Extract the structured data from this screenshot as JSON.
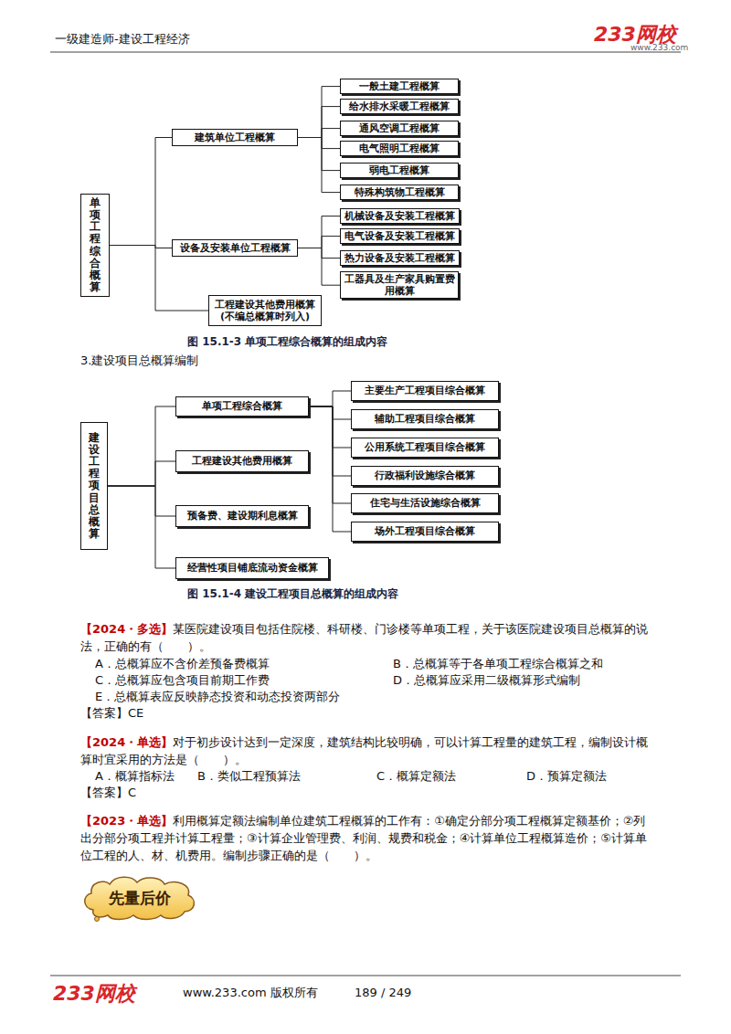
{
  "diagram": {
    "nodes": [
      {
        "text": [
          "单项工程综合概算"
        ]
      },
      {
        "text": [
          "建筑单位工程概算"
        ]
      },
      {
        "text": [
          "一般土建工程概算"
        ]
      },
      {
        "text": [
          "给水排水采暖工程概算"
        ]
      },
      {
        "text": [
          "通风空调工程概算"
        ]
      },
      {
        "text": [
          "电气照明工程概算"
        ]
      },
      {
        "text": [
          "弱电工程概算"
        ]
      },
      {
        "text": [
          "特殊构筑物工程概算"
        ]
      },
      {
        "text": [
          "设备及安装单位工程概算"
        ]
      },
      {
        "text": [
          "机械设备及安装工程概算"
        ]
      },
      {
        "text": [
          "电气设备及安装工程概算"
        ]
      },
      {
        "text": [
          "热力设备及安装工程概算"
        ]
      },
      {
        "text": [
          "工器具及生产家具购置费用概算"
        ]
      },
      {
        "text": [
          "工程建设其他费用概算 (不编总概算时列入)"
        ]
      },
      {
        "text": [
          "建设工程项目总概算"
        ]
      },
      {
        "text": [
          "单项工程综合概算"
        ]
      },
      {
        "text": [
          "主要生产工程项目综合概算"
        ]
      },
      {
        "text": [
          "辅助工程项目综合概算"
        ]
      },
      {
        "text": [
          "公用系统工程项目综合概算"
        ]
      },
      {
        "text": [
          "行政福利设施综合概算"
        ]
      },
      {
        "text": [
          "住宅与生活设施综合概算"
        ]
      },
      {
        "text": [
          "场外工程项目综合概算"
        ]
      },
      {
        "text": [
          "工程建设其他费用概算"
        ]
      },
      {
        "text": [
          "预备费、建设期利息概算"
        ]
      },
      {
        "text": [
          "经营性项目铺底流动资金概算"
        ]
      },
      {
        "text": [
          "先量后价"
        ]
      }
    ],
    "edges": [
      {
        "from": 0,
        "to": 1,
        "arrow": "none"
      },
      {
        "from": 0,
        "to": 8,
        "arrow": "none"
      },
      {
        "from": 0,
        "to": 13,
        "arrow": "none"
      },
      {
        "from": 1,
        "to": 2,
        "arrow": "none"
      },
      {
        "from": 1,
        "to": 3,
        "arrow": "none"
      },
      {
        "from": 1,
        "to": 4,
        "arrow": "none"
      },
      {
        "from": 1,
        "to": 5,
        "arrow": "none"
      },
      {
        "from": 1,
        "to": 6,
        "arrow": "none"
      },
      {
        "from": 1,
        "to": 7,
        "arrow": "none"
      },
      {
        "from": 8,
        "to": 9,
        "arrow": "none"
      },
      {
        "from": 8,
        "to": 10,
        "arrow": "none"
      },
      {
        "from": 8,
        "to": 11,
        "arrow": "none"
      },
      {
        "from": 8,
        "to": 12,
        "arrow": "none"
      },
      {
        "from": 14,
        "to": 15,
        "arrow": "none"
      },
      {
        "from": 14,
        "to": 22,
        "arrow": "none"
      },
      {
        "from": 14,
        "to": 23,
        "arrow": "none"
      },
      {
        "from": 14,
        "to": 24,
        "arrow": "none"
      },
      {
        "from": 15,
        "to": 16,
        "arrow": "none"
      },
      {
        "from": 15,
        "to": 17,
        "arrow": "none"
      },
      {
        "from": 15,
        "to": 18,
        "arrow": "none"
      },
      {
        "from": 15,
        "to": 19,
        "arrow": "none"
      },
      {
        "from": 15,
        "to": 20,
        "arrow": "none"
      },
      {
        "from": 15,
        "to": 21,
        "arrow": "none"
      }
    ],
    "labels": [
      "一级建造师-建设工程经济",
      "233网校",
      "www.233.com",
      "图 15.1-3 单项工程综合概算的组成内容",
      "3.建设项目总概算编制",
      "图 15.1-4 建设工程项目总概算的组成内容",
      "【2024・多选】",
      "某医院建设项目包括住院楼、科研楼、门诊楼等单项工程，关于该医院建设项目总概算的说法，正确的有（　　）。",
      "A．总概算应不含价差预备费概算",
      "B．总概算等于各单项工程综合概算之和",
      "C．总概算应包含项目前期工作费",
      "D．总概算应采用二级概算形式编制",
      "E．总概算表应反映静态投资和动态投资两部分",
      "【答案】CE",
      "【2024・单选】",
      "对于初步设计达到一定深度，建筑结构比较明确，可以计算工程量的建筑工程，编制设计概算时宜采用的方法是（　　）。",
      "A．概算指标法",
      "B．类似工程预算法",
      "C．概算定额法",
      "D．预算定额法",
      "【答案】C",
      "【2023・单选】",
      "利用概算定额法编制单位建筑工程概算的工作有：①确定分部分项工程概算定额基价；②列出分部分项工程并计算工程量；③计算企业管理费、利润、规费和税金；④计算单位工程概算造价；⑤计算单位工程的人、材、机费用。编制步骤正确的是（　　）。",
      "233网校",
      "www.233.com 版权所有",
      "189 / 249"
    ]
  }
}
